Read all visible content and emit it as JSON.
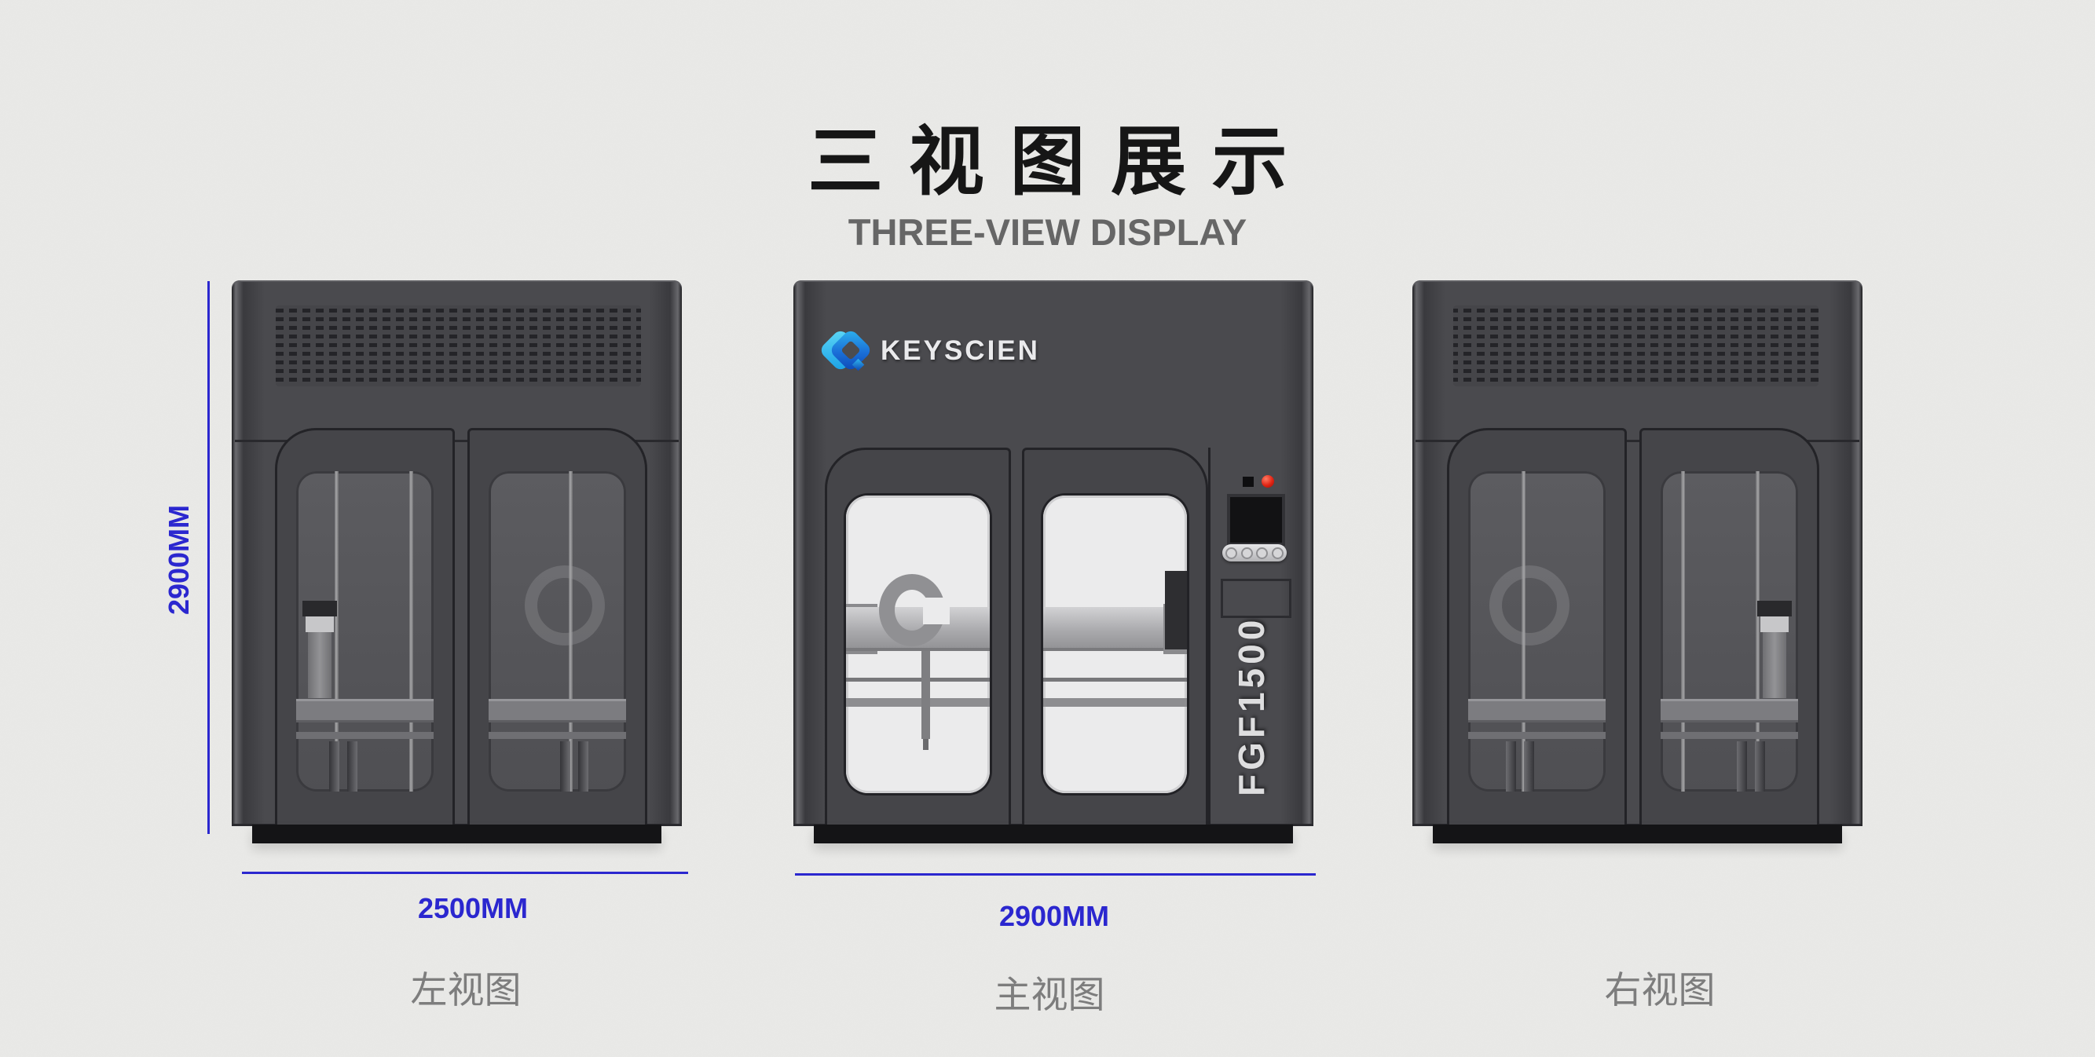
{
  "page": {
    "title": "三视图展示",
    "subtitle": "THREE-VIEW DISPLAY",
    "background_color": "#E9E9E7"
  },
  "dimensions": {
    "height_label": "2900MM",
    "left_view_width_label": "2500MM",
    "front_view_width_label": "2900MM",
    "accent_color": "#2B27CF"
  },
  "views": {
    "left": {
      "caption": "左视图"
    },
    "front": {
      "caption": "主视图",
      "brand": "KEYSCIEN",
      "model": "FGF1500"
    },
    "right": {
      "caption": "右视图"
    }
  },
  "icons": {
    "keyscien_logo": "blue-gradient double-diamond mark",
    "status_square": "small black square indicator",
    "power_led": "round red indicator light",
    "vent_grille": "perforated dash grid"
  },
  "machine_colors": {
    "body": "#48484C",
    "door_frame": "#454549",
    "window_tint": "#57575B",
    "window_light": "#EBEBEC",
    "plinth": "#141416",
    "led_red": "#E02414",
    "brand_text": "#EAEAEC",
    "model_text": "#DEDEDF"
  }
}
